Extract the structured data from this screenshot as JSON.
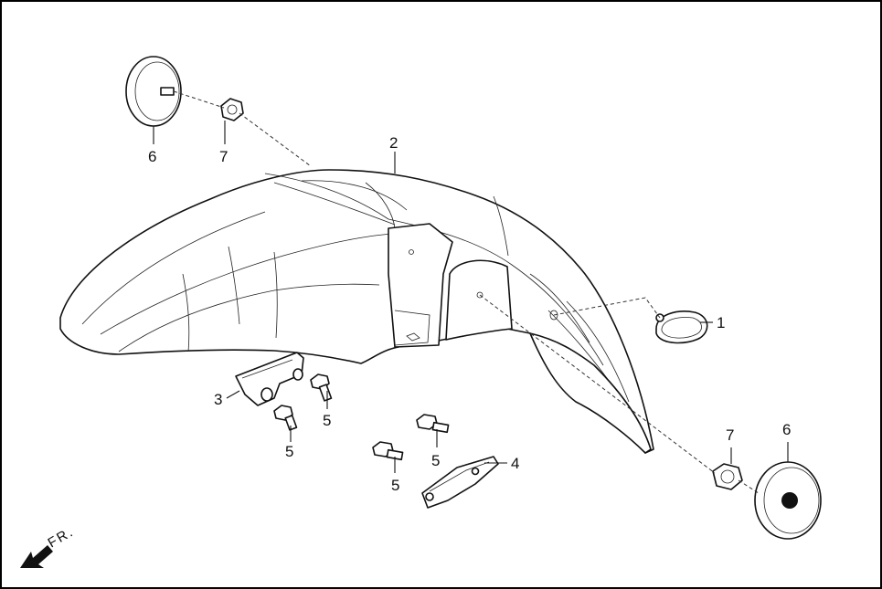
{
  "direction": {
    "label": "FR."
  },
  "callouts": {
    "1": "1",
    "2": "2",
    "3": "3",
    "4": "4",
    "5a": "5",
    "5b": "5",
    "5c": "5",
    "5d": "5",
    "6a": "6",
    "6b": "6",
    "7a": "7",
    "7b": "7"
  }
}
